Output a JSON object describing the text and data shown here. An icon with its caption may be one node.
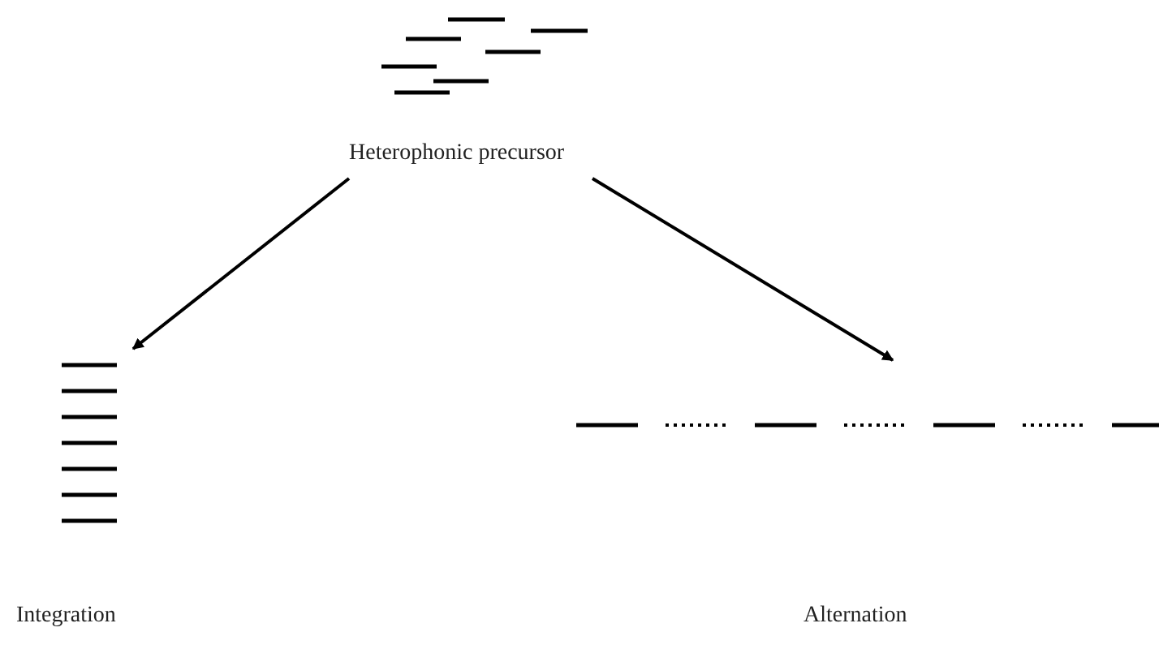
{
  "diagram": {
    "nodes": [
      {
        "text": [
          "Heterophonic precursor"
        ]
      },
      {
        "text": [
          "Integration"
        ]
      },
      {
        "text": [
          "Alternation"
        ]
      }
    ],
    "edges": [
      {
        "from": 0,
        "to": 1,
        "arrow": "to"
      },
      {
        "from": 0,
        "to": 2,
        "arrow": "to"
      }
    ]
  }
}
